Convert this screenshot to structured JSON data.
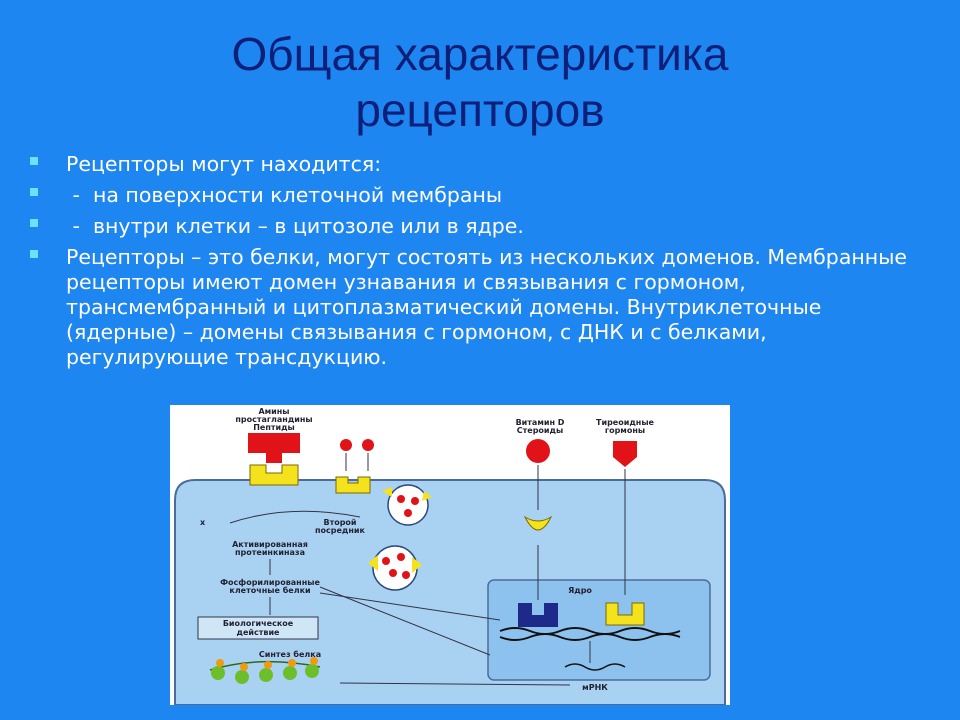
{
  "slide": {
    "title_line1": "Общая характеристика",
    "title_line2": "рецепторов",
    "bullets": [
      "Рецепторы могут находится:",
      " -  на поверхности клеточной мембраны",
      " -  внутри клетки – в цитозоле или в ядре.",
      "Рецепторы – это белки, могут состоять из нескольких доменов. Мембранные рецепторы имеют домен узнавания и связывания с гормоном, трансмембранный и цитоплазматический домены. Внутриклеточные (ядерные) – домены связывания с гормоном, с ДНК и с белками, регулирующие трансдукцию."
    ]
  },
  "figure": {
    "label_amines": "Амины",
    "label_prostaglandins": "простагландины",
    "label_peptides": "Пептиды",
    "label_vitamin_d": "Витамин D",
    "label_steroids": "Стероиды",
    "label_thyroid1": "Тиреоидные",
    "label_thyroid2": "гормоны",
    "label_x": "x",
    "label_second1": "Второй",
    "label_second2": "посредник",
    "label_kinase1": "Активированная",
    "label_kinase2": "протеинкиназа",
    "label_phospho1": "Фосфорилированные",
    "label_phospho2": "клеточные белки",
    "label_bio1": "Биологическое",
    "label_bio2": "действие",
    "label_synthesis": "Синтез белка",
    "label_nucleus": "Ядро",
    "label_mrna": "мРНК",
    "colors": {
      "cell": "#a9d2f2",
      "nucleus": "#8ec2ee",
      "hormone_red": "#e11218",
      "receptor_yellow": "#f4e21c",
      "nuclear_receptor_navy": "#1d2a8a"
    }
  }
}
